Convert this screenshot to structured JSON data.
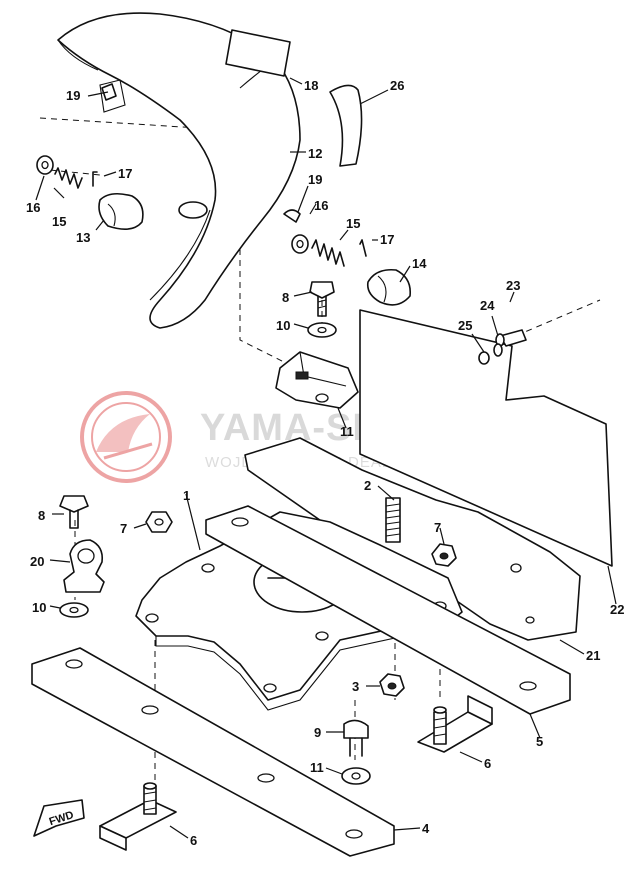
{
  "watermark": {
    "title": "YAMA-SKLEP.PL",
    "subtitle": "WOJDECHOWSKI DEALER YAMAHA",
    "logo_color": "#e05a5a"
  },
  "fwd_label": "FWD",
  "callouts": [
    {
      "id": "c1",
      "text": "1"
    },
    {
      "id": "c2",
      "text": "2"
    },
    {
      "id": "c3",
      "text": "3"
    },
    {
      "id": "c4",
      "text": "4"
    },
    {
      "id": "c5",
      "text": "5"
    },
    {
      "id": "c6a",
      "text": "6"
    },
    {
      "id": "c6b",
      "text": "6"
    },
    {
      "id": "c7a",
      "text": "7"
    },
    {
      "id": "c7b",
      "text": "7"
    },
    {
      "id": "c8a",
      "text": "8"
    },
    {
      "id": "c8b",
      "text": "8"
    },
    {
      "id": "c9",
      "text": "9"
    },
    {
      "id": "c10a",
      "text": "10"
    },
    {
      "id": "c10b",
      "text": "10"
    },
    {
      "id": "c11a",
      "text": "11"
    },
    {
      "id": "c11b",
      "text": "11"
    },
    {
      "id": "c12",
      "text": "12"
    },
    {
      "id": "c13",
      "text": "13"
    },
    {
      "id": "c14",
      "text": "14"
    },
    {
      "id": "c15a",
      "text": "15"
    },
    {
      "id": "c15b",
      "text": "15"
    },
    {
      "id": "c16a",
      "text": "16"
    },
    {
      "id": "c16b",
      "text": "16"
    },
    {
      "id": "c17a",
      "text": "17"
    },
    {
      "id": "c17b",
      "text": "17"
    },
    {
      "id": "c18",
      "text": "18"
    },
    {
      "id": "c19a",
      "text": "19"
    },
    {
      "id": "c19b",
      "text": "19"
    },
    {
      "id": "c20",
      "text": "20"
    },
    {
      "id": "c21",
      "text": "21"
    },
    {
      "id": "c22",
      "text": "22"
    },
    {
      "id": "c23",
      "text": "23"
    },
    {
      "id": "c24",
      "text": "24"
    },
    {
      "id": "c25",
      "text": "25"
    },
    {
      "id": "c26",
      "text": "26"
    }
  ]
}
